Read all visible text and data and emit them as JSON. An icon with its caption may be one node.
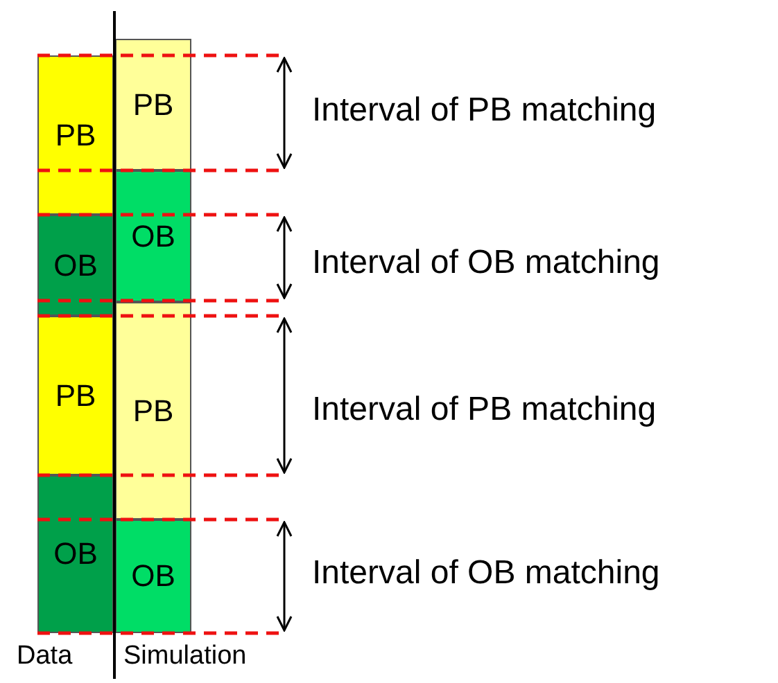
{
  "diagram": {
    "nodes": [
      {
        "text": [
          "PB"
        ]
      },
      {
        "text": [
          "OB"
        ]
      },
      {
        "text": [
          "PB"
        ]
      },
      {
        "text": [
          "OB"
        ]
      },
      {
        "text": [
          "PB"
        ]
      },
      {
        "text": [
          "OB"
        ]
      },
      {
        "text": [
          "PB"
        ]
      },
      {
        "text": [
          "OB"
        ]
      }
    ],
    "labels": [
      "Interval of PB matching",
      "Interval of OB matching",
      "Interval of PB matching",
      "Interval of OB matching",
      "Data",
      "Simulation"
    ]
  }
}
